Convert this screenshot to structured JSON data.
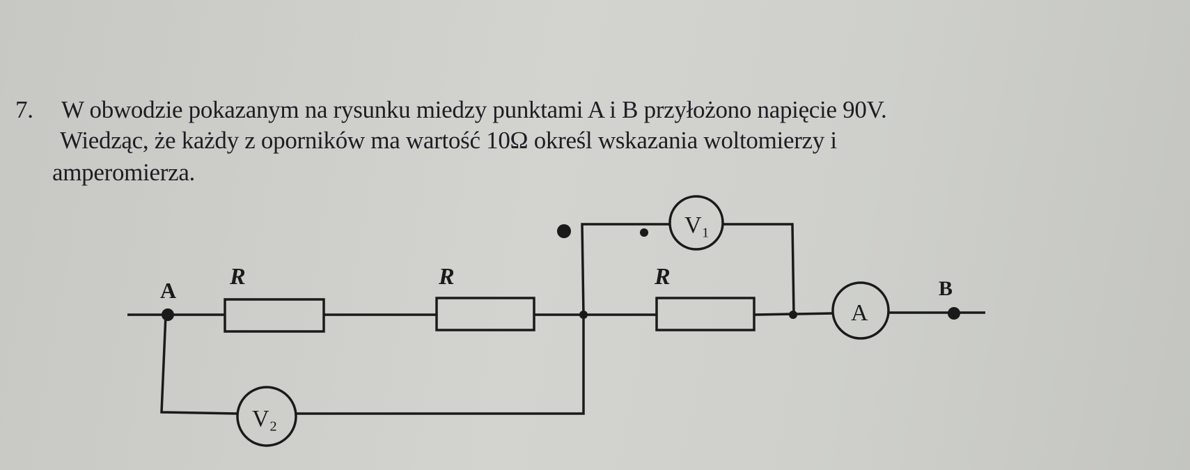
{
  "task": {
    "number": "7.",
    "lines": [
      "W obwodzie pokazanym na rysunku miedzy punktami A i B przyłożono napięcie 90V.",
      "Wiedząc, że każdy z oporników ma wartość 10Ω określ wskazania woltomierzy i",
      "amperomierza."
    ]
  },
  "circuit": {
    "point_a": "A",
    "point_b": "B",
    "resistor_label": "R",
    "voltmeter_1": "V₁",
    "voltmeter_2": "V₂",
    "ammeter": "A"
  }
}
